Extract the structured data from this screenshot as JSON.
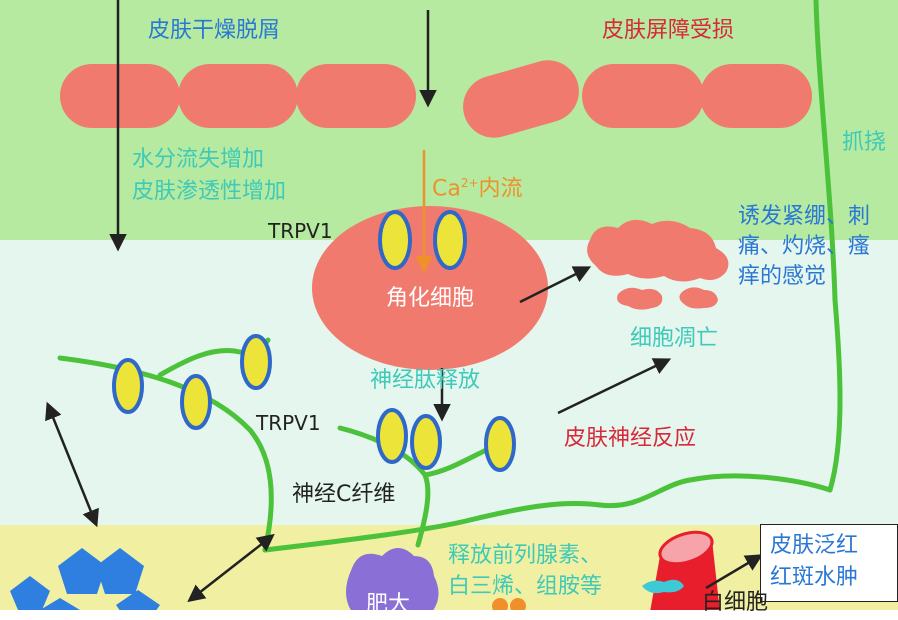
{
  "colors": {
    "top_layer": "#b5eaa0",
    "mid_layer": "#e4f6ee",
    "bottom_layer": "#f1f0a2",
    "cell": "#f07a6e",
    "nerve": "#4cc23a",
    "channel_fill": "#ede43a",
    "channel_edge": "#2f68c8",
    "label_blue": "#2a78d4",
    "label_red": "#d8283a",
    "label_cyan": "#3ec9b8",
    "label_orange": "#f0902a",
    "label_green": "#2fb85a",
    "label_dark": "#222222",
    "pentagon": "#2e7fe0",
    "mast_cell": "#8a6fd6",
    "leukocyte": "#e81e2c"
  },
  "labels": {
    "dry_skin": "皮肤干燥脱屑",
    "barrier_damage": "皮肤屏障受损",
    "scratching": "抓挠",
    "water_loss": "水分流失增加\n皮肤渗透性增加",
    "ca_prefix": "Ca",
    "ca_sup": "2+",
    "ca_suffix": "内流",
    "trpv1_top": "TRPV1",
    "trpv1_mid": "TRPV1",
    "keratinocyte": "角化细胞",
    "sensations": "诱发紧绷、刺\n痛、灼烧、瘙\n痒的感觉",
    "apoptosis": "细胞凋亡",
    "neuropeptide": "神经肽释放",
    "nerve_reaction": "皮肤神经反应",
    "c_fiber": "神经C纤维",
    "release": "释放前列腺素、\n白三烯、组胺等",
    "redness": "皮肤泛红\n红斑水肿",
    "mast_cell": "肥大",
    "leukocyte": "白细胞"
  }
}
